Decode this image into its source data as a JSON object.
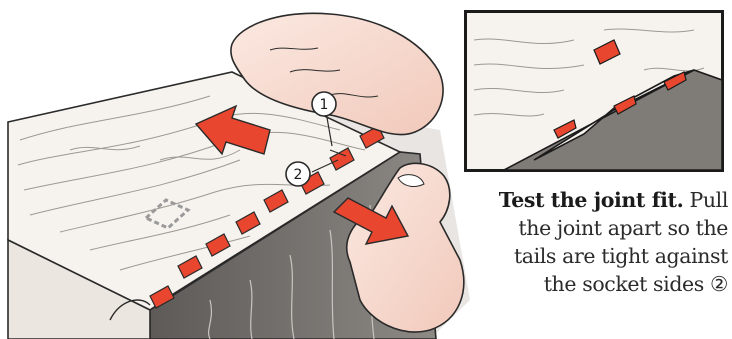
{
  "callouts": {
    "first": "1",
    "second": "2"
  },
  "caption": {
    "title": "Test the joint fit.",
    "line1": "Pull",
    "line2": "the joint apart so the",
    "line3": "tails are tight against",
    "line4": "the socket sides ②"
  },
  "icons": {
    "arrow_left": "red-arrow-icon",
    "arrow_right": "red-arrow-icon"
  },
  "colors": {
    "accent_red": "#e8462f",
    "wood_light": "#f5f2ec",
    "end_grain": "#8a8580",
    "skin": "#f6dcd0",
    "outline": "#2a2a2a"
  }
}
